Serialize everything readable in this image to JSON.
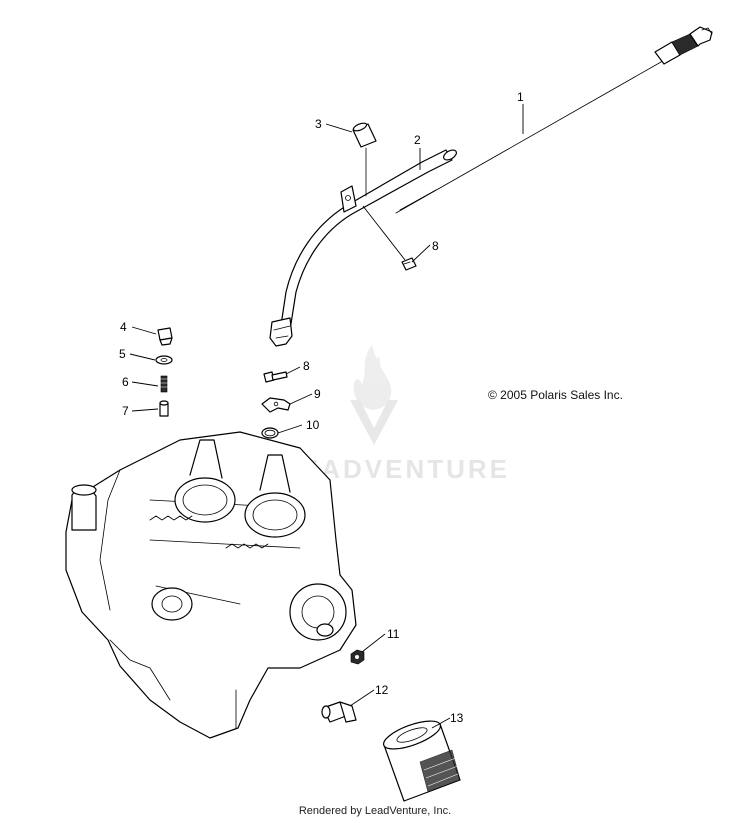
{
  "callouts": {
    "c1": "1",
    "c2": "2",
    "c3": "3",
    "c4": "4",
    "c5": "5",
    "c6": "6",
    "c7": "7",
    "c8a": "8",
    "c8b": "8",
    "c9": "9",
    "c10": "10",
    "c11": "11",
    "c12": "12",
    "c13": "13"
  },
  "copyright": "© 2005 Polaris Sales Inc.",
  "watermark": "LEADVENTURE",
  "footer": "Rendered by LeadVenture, Inc."
}
